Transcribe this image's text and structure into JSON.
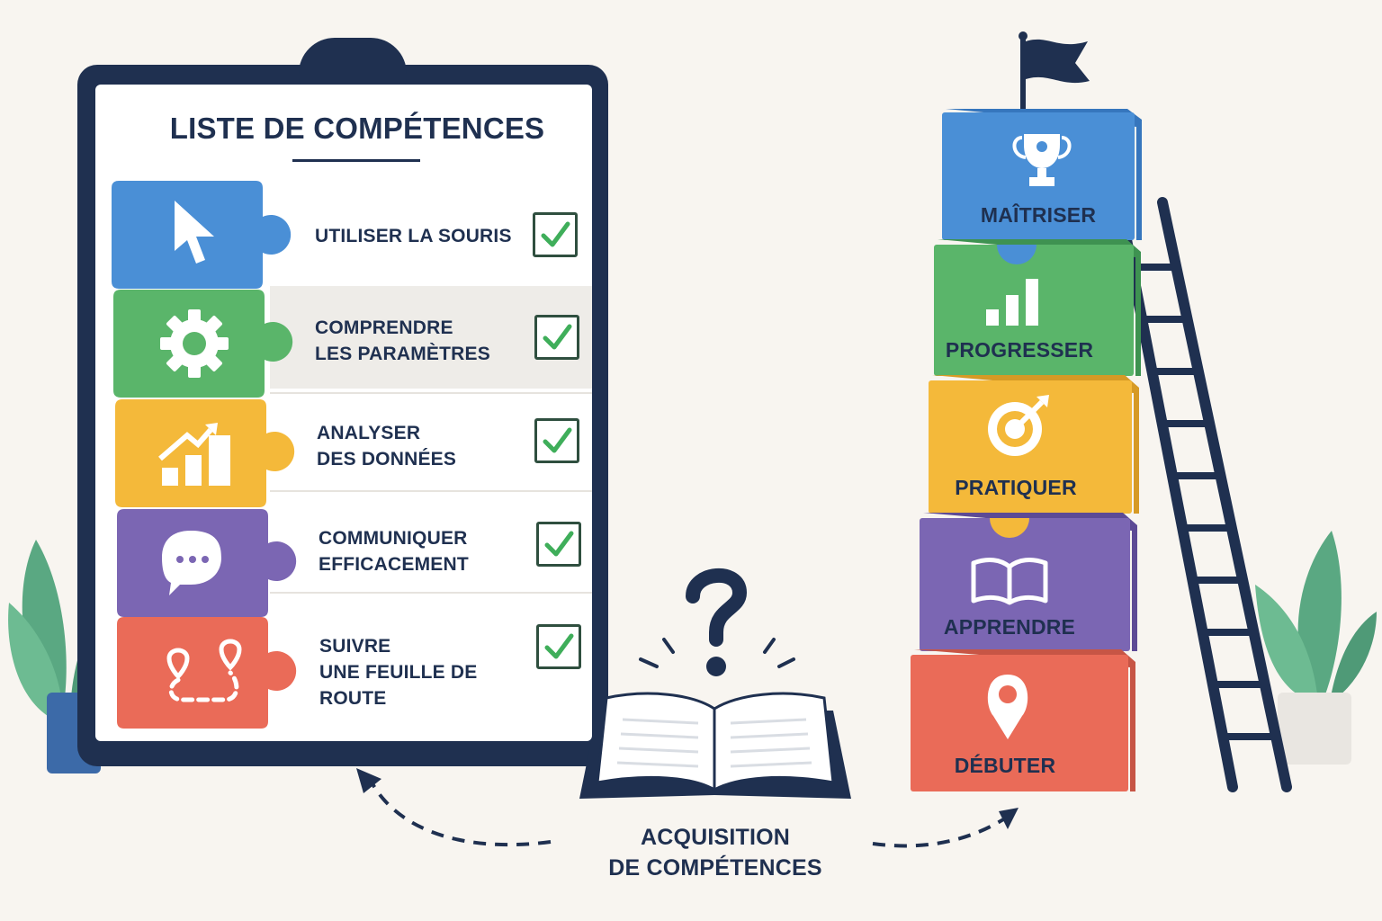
{
  "checklist": {
    "title": "LISTE DE COMPÉTENCES",
    "items": [
      {
        "lines": [
          "UTILISER LA SOURIS"
        ],
        "icon": "cursor-icon",
        "color": "#4a8fd6",
        "checked": true
      },
      {
        "lines": [
          "COMPRENDRE",
          "LES PARAMÈTRES"
        ],
        "icon": "gear-icon",
        "color": "#5ab56a",
        "checked": true
      },
      {
        "lines": [
          "ANALYSER",
          "DES DONNÉES"
        ],
        "icon": "bar-chart-icon",
        "color": "#f4b93a",
        "checked": true
      },
      {
        "lines": [
          "COMMUNIQUER",
          "EFFICACEMENT"
        ],
        "icon": "chat-bubble-icon",
        "color": "#7b66b3",
        "checked": true
      },
      {
        "lines": [
          "SUIVRE",
          "UNE FEUILLE DE ROUTE"
        ],
        "icon": "route-map-icon",
        "color": "#ea6b58",
        "checked": true
      }
    ]
  },
  "center": {
    "caption_line1": "ACQUISITION",
    "caption_line2": "DE COMPÉTENCES",
    "icon": "question-mark-icon"
  },
  "tower": {
    "blocks": [
      {
        "label": "MAÎTRISER",
        "icon": "trophy-icon",
        "color": "#4a8fd6"
      },
      {
        "label": "PROGRESSER",
        "icon": "bar-chart-icon",
        "color": "#5ab56a"
      },
      {
        "label": "PRATIQUER",
        "icon": "target-icon",
        "color": "#f4b93a"
      },
      {
        "label": "APPRENDRE",
        "icon": "open-book-icon",
        "color": "#7b66b3"
      },
      {
        "label": "DÉBUTER",
        "icon": "location-pin-icon",
        "color": "#ea6b58"
      }
    ]
  },
  "colors": {
    "navy": "#1f3050",
    "check": "#3fae5a",
    "background": "#f8f5f0"
  }
}
